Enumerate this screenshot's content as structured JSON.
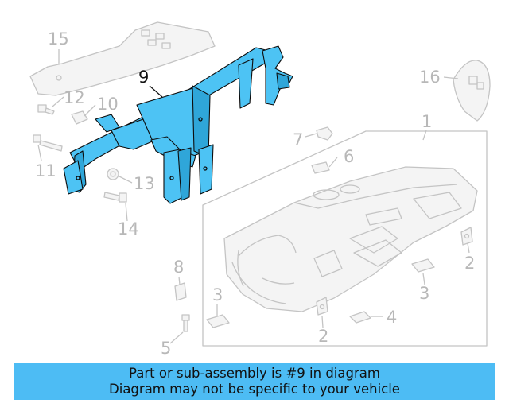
{
  "callouts": {
    "c1": "1",
    "c2a": "2",
    "c2b": "2",
    "c3a": "3",
    "c3b": "3",
    "c4": "4",
    "c5": "5",
    "c6": "6",
    "c7": "7",
    "c8": "8",
    "c9": "9",
    "c10": "10",
    "c11": "11",
    "c12": "12",
    "c13": "13",
    "c14": "14",
    "c15": "15",
    "c16": "16"
  },
  "highlight_color": "#4dc3f4",
  "banner": {
    "line1": "Part or sub-assembly is #9 in diagram",
    "line2": "Diagram may not be specific to your vehicle"
  }
}
